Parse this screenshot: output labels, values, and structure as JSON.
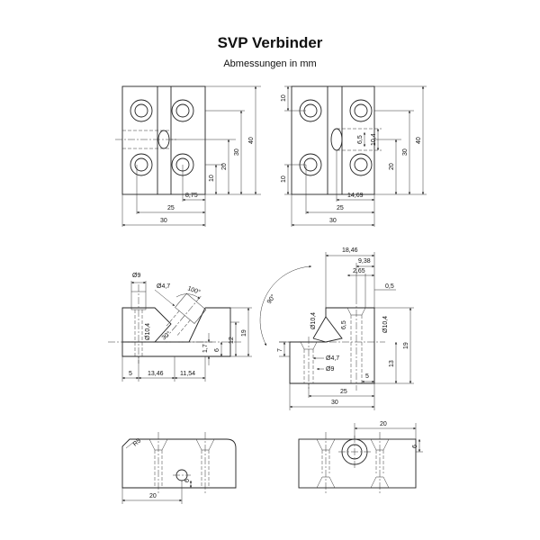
{
  "title": "SVP Verbinder",
  "subtitle": "Abmessungen in mm",
  "views": {
    "top_left": {
      "dims": [
        "8,75",
        "25",
        "30",
        "10",
        "20",
        "30",
        "40"
      ]
    },
    "top_right": {
      "dims": [
        "14,69",
        "25",
        "30",
        "10",
        "10",
        "6,5",
        "10,4",
        "20",
        "30",
        "40"
      ]
    },
    "mid_left": {
      "dims": [
        "Ø9",
        "Ø4,7",
        "100°",
        "30°",
        "Ø10,4",
        "5",
        "13,46",
        "11,54",
        "1,7",
        "6",
        "12",
        "19"
      ]
    },
    "mid_right": {
      "dims": [
        "18,46",
        "9,38",
        "2,65",
        "0,5",
        "90°",
        "Ø10,4",
        "6,5",
        "Ø10,4",
        "13",
        "19",
        "7",
        "Ø4,7",
        "Ø9",
        "5",
        "25",
        "30"
      ]
    },
    "bottom_left": {
      "dims": [
        "R5",
        "6",
        "20"
      ]
    },
    "bottom_right": {
      "dims": [
        "20",
        "6"
      ]
    }
  }
}
